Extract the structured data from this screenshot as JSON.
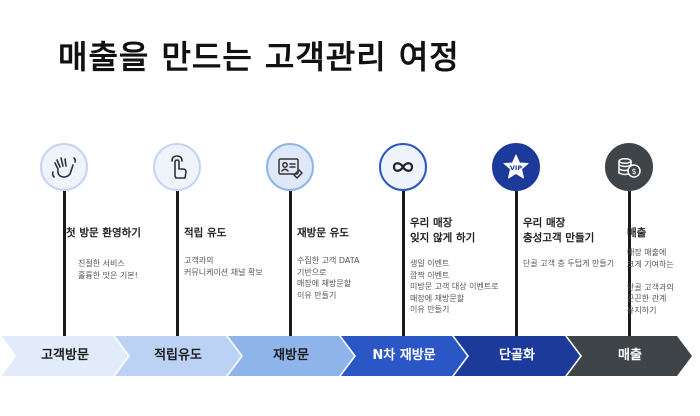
{
  "title": "매출을 만드는 고객관리 여정",
  "stages": [
    {
      "icon": "waving-hand-icon",
      "heading": "첫 방문 환영하기",
      "description": "친절한 서비스\n훌륭한 맛은 기본!",
      "chevron_label": "고객방문"
    },
    {
      "icon": "tap-finger-icon",
      "heading": "적립 유도",
      "description": "고객과의\n커뮤니케이션 채널 확보",
      "chevron_label": "적립유도"
    },
    {
      "icon": "customer-card-icon",
      "heading": "재방문 유도",
      "description": "수집한 고객 DATA\n기반으로\n매장에 재방문할\n이유 만들기",
      "chevron_label": "재방문"
    },
    {
      "icon": "infinity-icon",
      "heading": "우리 매장\n잊지 않게 하기",
      "description": "생일 이벤트\n깜짝 이벤트\n미방문 고객 대상 이벤트로\n매장에 재방문할\n이유 만들기",
      "chevron_label": "N차 재방문"
    },
    {
      "icon": "vip-star-icon",
      "heading": "우리 매장\n충성고객 만들기",
      "description": "단골 고객 층 두텁게 만들기",
      "chevron_label": "단골화"
    },
    {
      "icon": "coins-icon",
      "heading": "매출",
      "description": "매장 매출에\n크게 기여하는\n\n단골 고객과의\n끈끈한 관계\n유지하기",
      "chevron_label": "매출"
    }
  ],
  "colors": {
    "chevrons": [
      "#e1ebfa",
      "#bcd2f4",
      "#8fb4ec",
      "#2a56c6",
      "#1b3a9a",
      "#3f4449"
    ],
    "chevron_text": [
      "#1c1c1c",
      "#1c1c1c",
      "#1c1c1c",
      "#ffffff",
      "#ffffff",
      "#ffffff"
    ],
    "icon_fill": [
      "#eef3fc",
      "#eef3fc",
      "#dfe8f8",
      "#eef3fc",
      "#1b3a9a",
      "#3f4449"
    ],
    "icon_border": [
      "#c4d5f2",
      "#c4d5f2",
      "#8fb4ec",
      "#2a56c6",
      "#1b3a9a",
      "#3f4449"
    ]
  }
}
